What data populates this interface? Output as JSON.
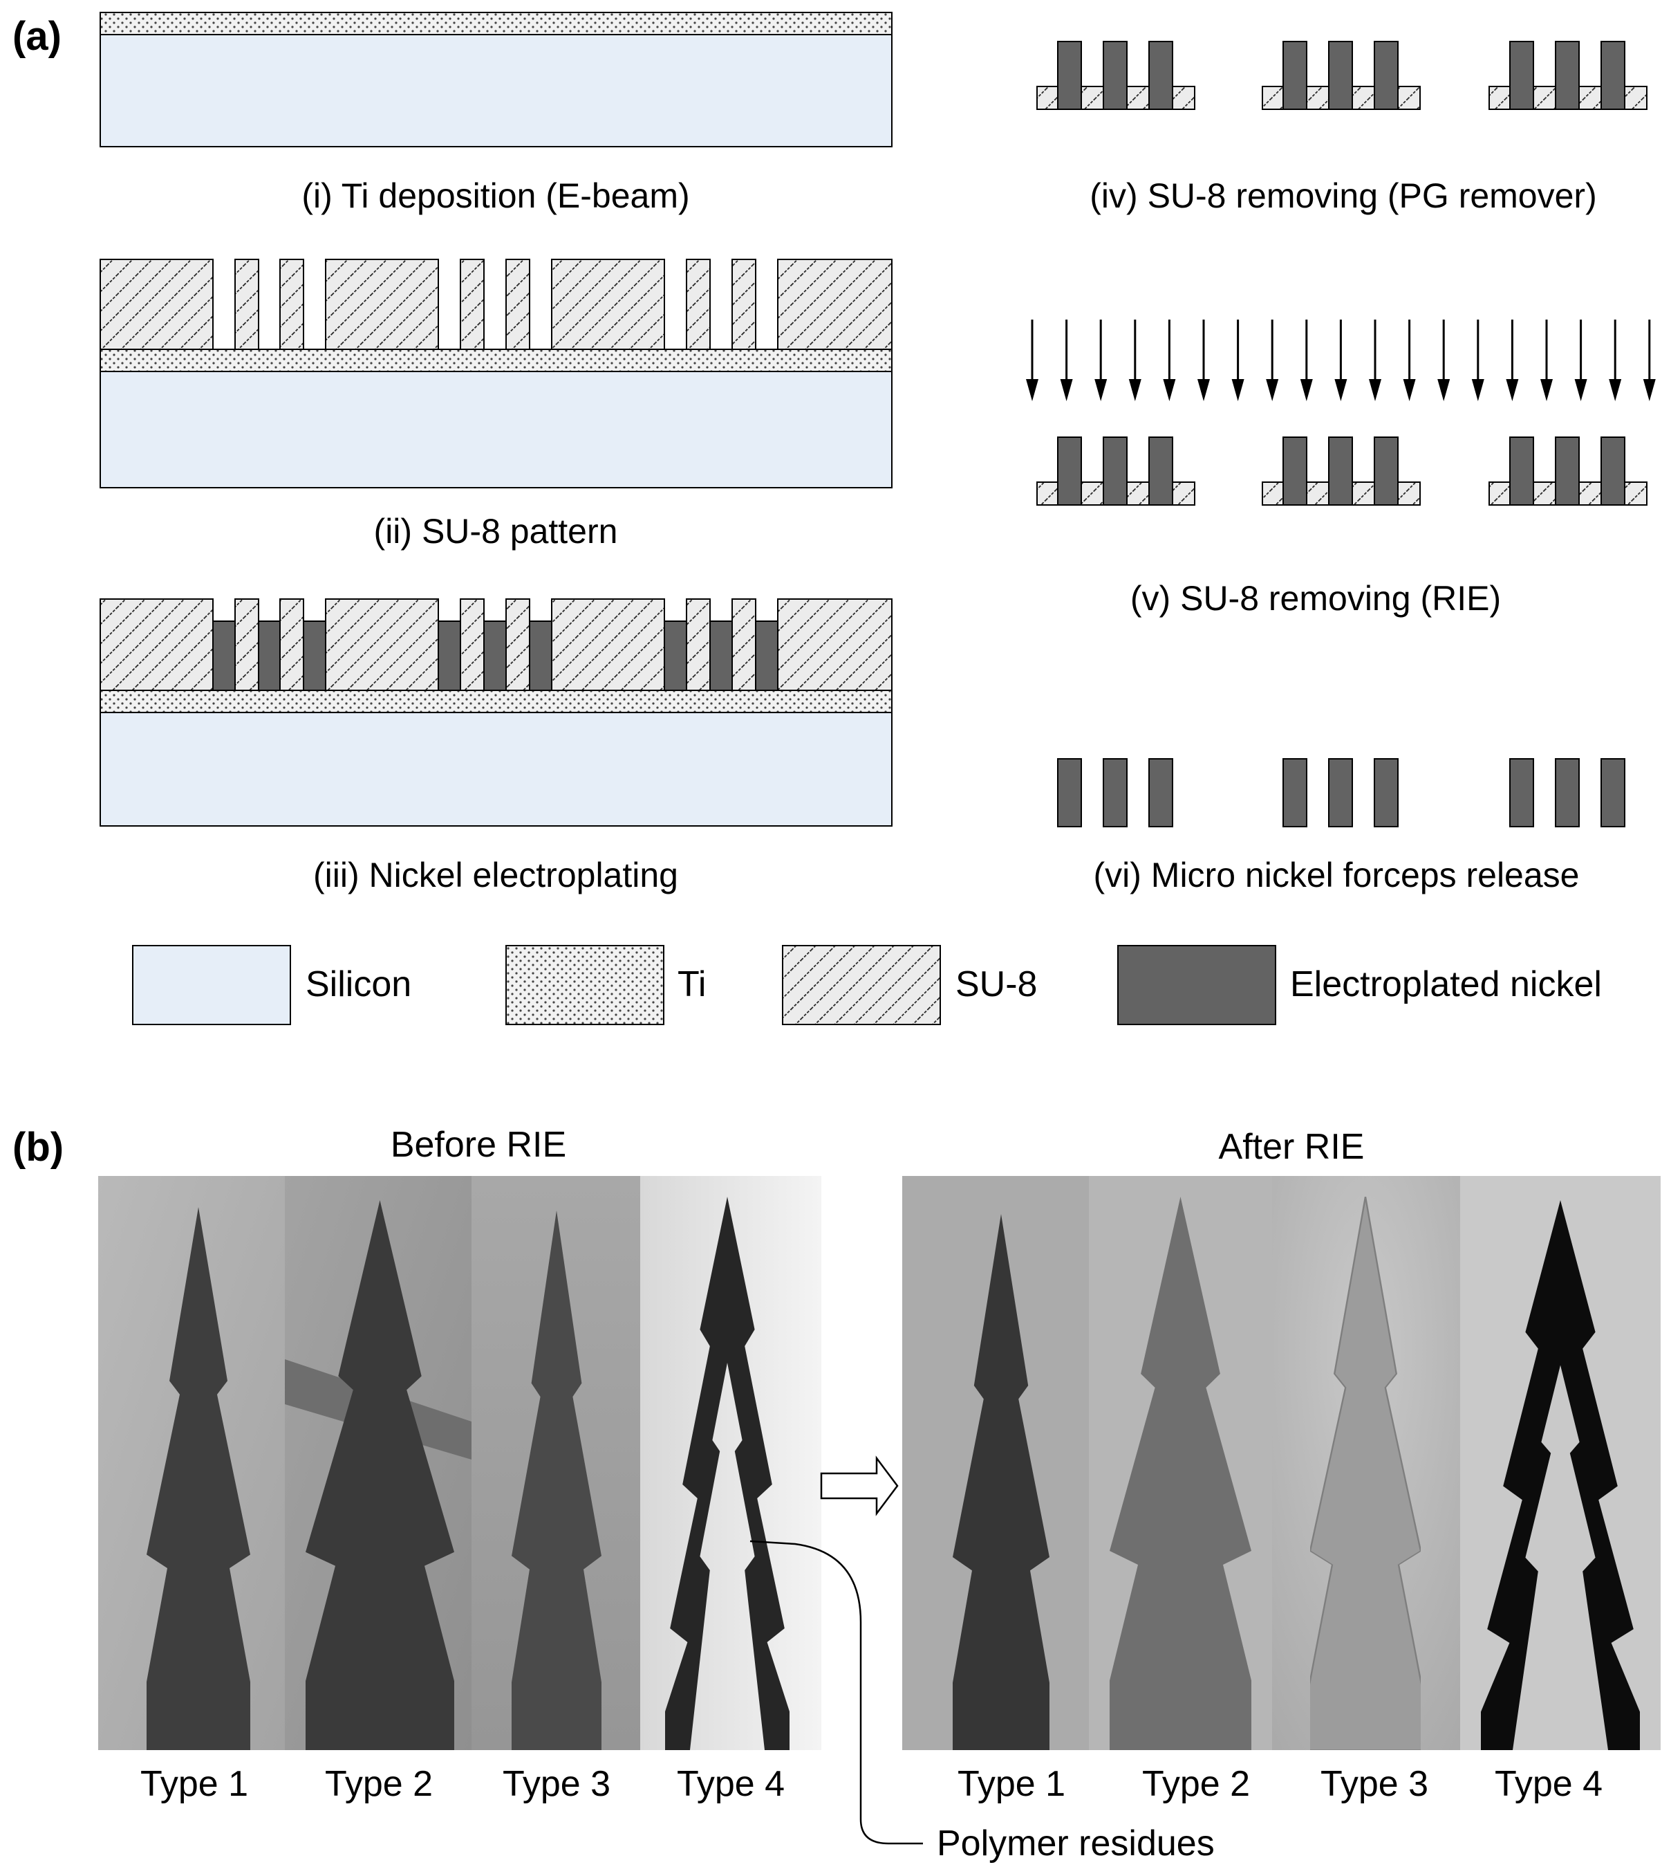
{
  "panel_a": {
    "label": "(a)",
    "steps": {
      "i": "(i) Ti deposition (E-beam)",
      "ii": "(ii) SU-8 pattern",
      "iii": "(iii) Nickel electroplating",
      "iv": "(iv) SU-8 removing (PG remover)",
      "v": "(v) SU-8 removing (RIE)",
      "vi": "(vi) Micro nickel forceps release"
    },
    "legend": [
      {
        "key": "silicon",
        "label": "Silicon"
      },
      {
        "key": "ti",
        "label": "Ti"
      },
      {
        "key": "su8",
        "label": "SU-8"
      },
      {
        "key": "nickel",
        "label": "Electroplated nickel"
      }
    ]
  },
  "panel_b": {
    "label": "(b)",
    "before_title": "Before RIE",
    "after_title": "After RIE",
    "before_types": [
      "Type 1",
      "Type 2",
      "Type 3",
      "Type 4"
    ],
    "after_types": [
      "Type 1",
      "Type 2",
      "Type 3",
      "Type 4"
    ],
    "annotation": "Polymer residues"
  },
  "colors": {
    "silicon": "#e6eef8",
    "nickel": "#636363",
    "su8_fill": "#ececec",
    "ti_fill": "#f2f2f2"
  }
}
